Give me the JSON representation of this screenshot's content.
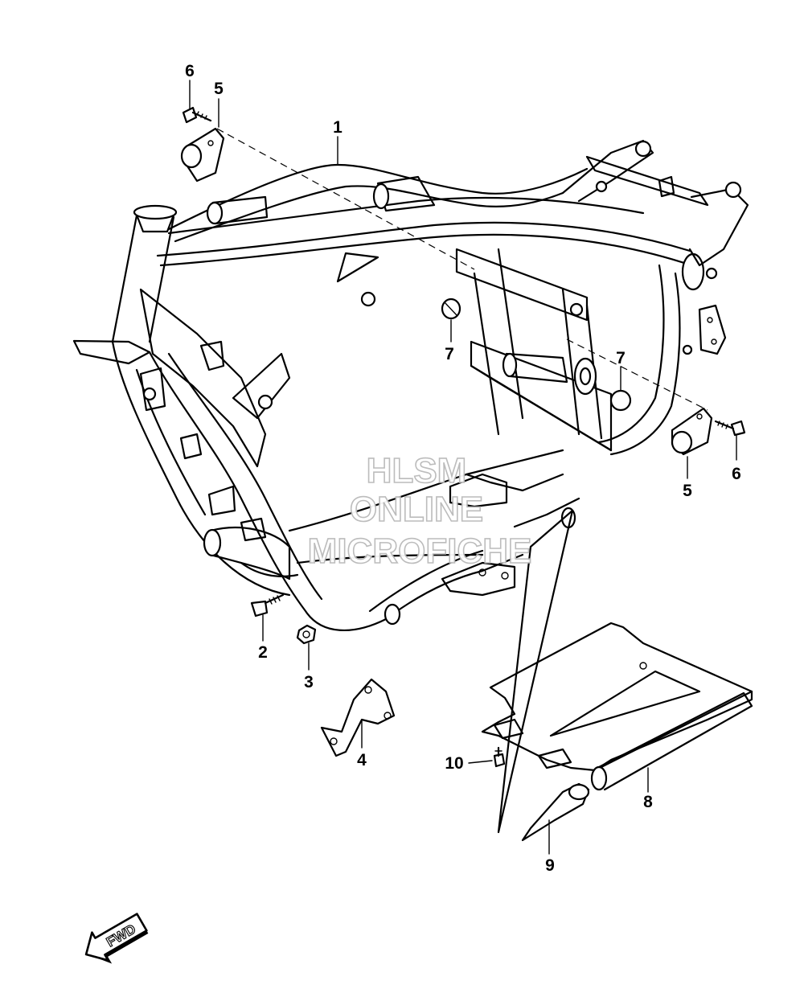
{
  "callouts": [
    {
      "id": "c1a",
      "text": "1"
    },
    {
      "id": "c2",
      "text": "2"
    },
    {
      "id": "c3",
      "text": "3"
    },
    {
      "id": "c4",
      "text": "4"
    },
    {
      "id": "c5a",
      "text": "5"
    },
    {
      "id": "c5b",
      "text": "5"
    },
    {
      "id": "c6a",
      "text": "6"
    },
    {
      "id": "c6b",
      "text": "6"
    },
    {
      "id": "c7a",
      "text": "7"
    },
    {
      "id": "c7b",
      "text": "7"
    },
    {
      "id": "c8",
      "text": "8"
    },
    {
      "id": "c9",
      "text": "9"
    },
    {
      "id": "c10",
      "text": "10"
    }
  ],
  "watermark": {
    "line1": "HLSM",
    "line2": "ONLINE",
    "line3": "MICROFICHE"
  },
  "direction_arrow": {
    "label": "FWD"
  }
}
